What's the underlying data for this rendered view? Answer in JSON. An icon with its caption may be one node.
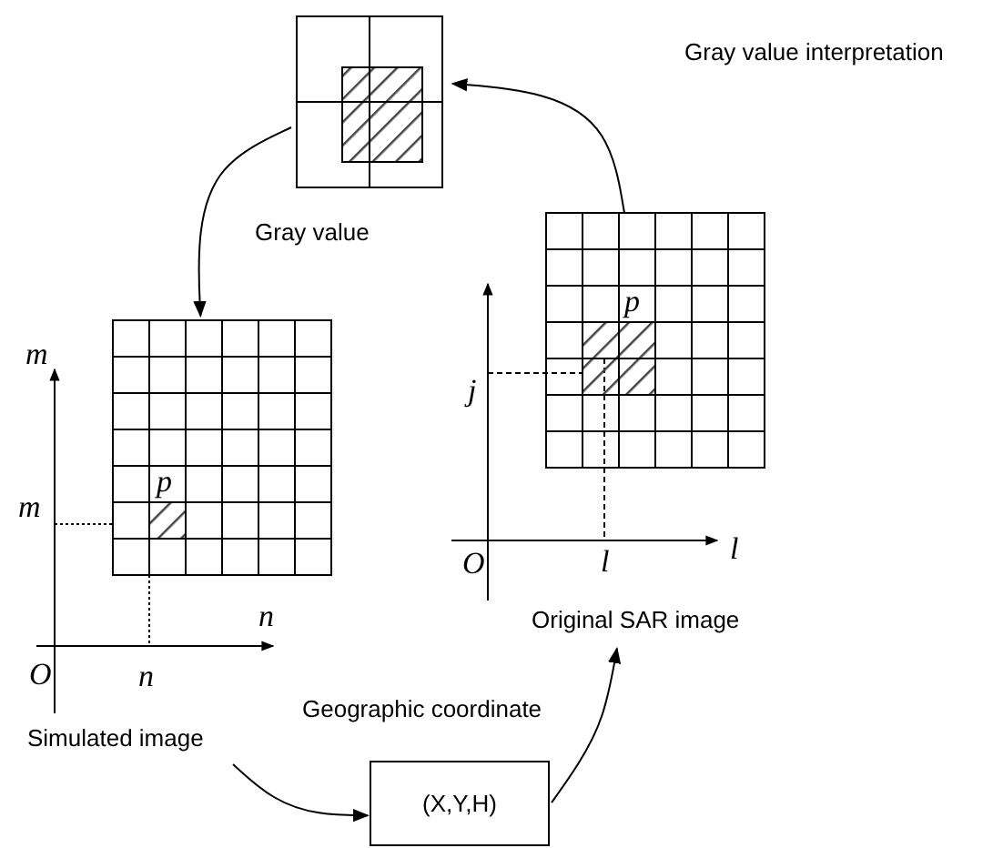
{
  "diagram": {
    "nodes": [
      {
        "text": [],
        "shape": "picture"
      },
      {
        "text": [],
        "shape": "picture",
        "beside": [
          "Simulated image"
        ]
      },
      {
        "text": [],
        "shape": "picture",
        "beside": [
          "Original SAR image"
        ]
      },
      {
        "text": [
          "(X,Y,H)"
        ]
      }
    ],
    "edges": [
      {
        "from": 2,
        "to": 0,
        "arrow": "to",
        "label": "Gray value interpretation"
      },
      {
        "from": 0,
        "to": 1,
        "arrow": "to",
        "label": "Gray value"
      },
      {
        "from": 1,
        "to": 3,
        "arrow": "to"
      },
      {
        "from": 3,
        "to": 2,
        "arrow": "to",
        "label": "Geographic coordinate"
      }
    ],
    "labels": [
      "m",
      "p",
      "m",
      "n",
      "O",
      "n",
      "p",
      "j",
      "O",
      "l",
      "l"
    ]
  }
}
